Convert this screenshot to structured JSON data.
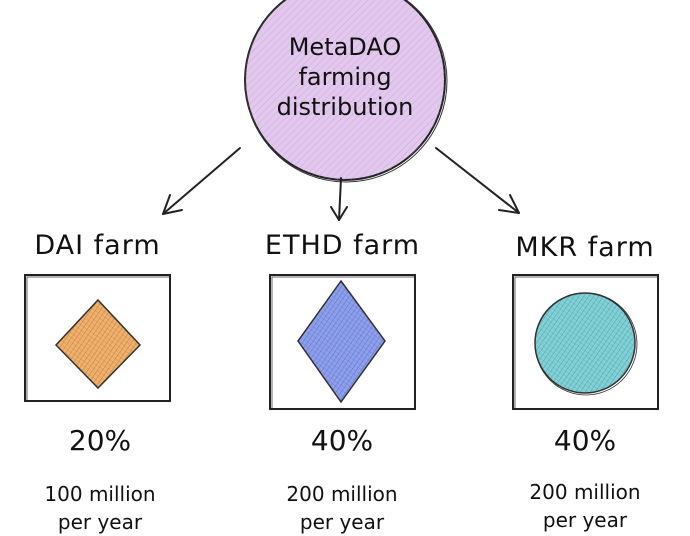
{
  "root": {
    "lines": [
      "MetaDAO",
      "farming",
      "distribution"
    ],
    "fill": "#e3c8ee"
  },
  "farms": [
    {
      "title": "DAI farm",
      "percent": "20%",
      "amount_lines": [
        "100 million",
        "per year"
      ],
      "shape": "diamond-small",
      "fill": "#f2b06a"
    },
    {
      "title": "ETHD farm",
      "percent": "40%",
      "amount_lines": [
        "200 million",
        "per year"
      ],
      "shape": "diamond-tall",
      "fill": "#8c9ff0"
    },
    {
      "title": "MKR farm",
      "percent": "40%",
      "amount_lines": [
        "200 million",
        "per year"
      ],
      "shape": "circle",
      "fill": "#7fd3d8"
    }
  ]
}
